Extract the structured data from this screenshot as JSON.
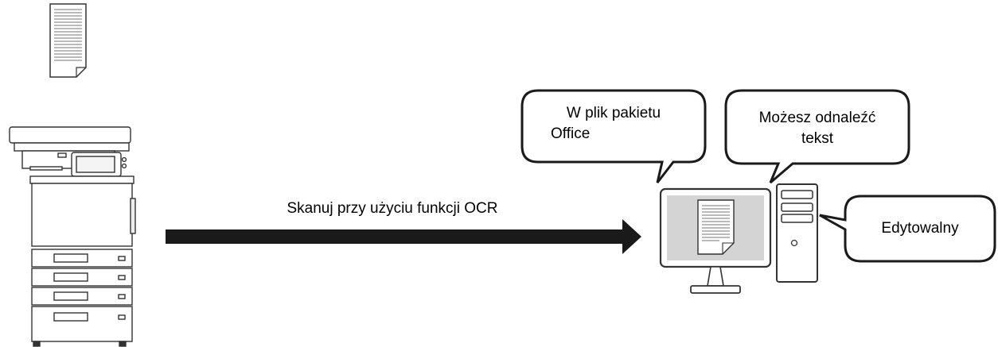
{
  "scan_arrow": {
    "label": "Skanuj przy użyciu funkcji OCR"
  },
  "callouts": {
    "office": {
      "line1": "W plik pakietu",
      "line2": "Office"
    },
    "search": {
      "line1": "Możesz odnaleźć",
      "line2": "tekst"
    },
    "editable": {
      "text": "Edytowalny"
    }
  }
}
